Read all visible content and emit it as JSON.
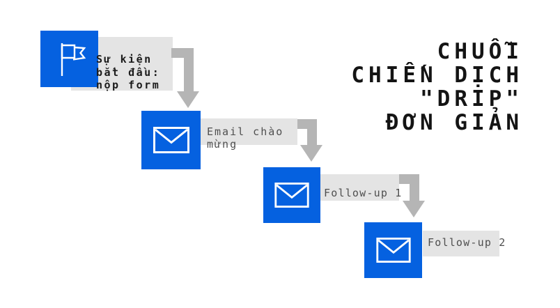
{
  "title": {
    "lines": [
      "CHUỖI",
      "CHIẾN DỊCH",
      "\"DRIP\"",
      "ĐƠN GIẢN"
    ],
    "text": "CHUỖI CHIẾN DỊCH \"DRIP\" ĐƠN GIẢN"
  },
  "colors": {
    "node_blue": "#0561e0",
    "label_box_gray": "#e4e4e4",
    "arrow_gray": "#b5b5b5",
    "label_text_gray": "#4f4f4f",
    "trigger_text_dark": "#1b1b1b",
    "title_text": "#141414",
    "icon_white": "#ffffff"
  },
  "steps": [
    {
      "icon": "flag-icon",
      "label": "Sự kiện bắt đầu: nộp form",
      "lines": [
        "Sự kiện",
        "bắt đầu:",
        "nộp form"
      ]
    },
    {
      "icon": "envelope-icon",
      "label": "Email chào mừng",
      "lines": [
        "Email chào",
        "mừng"
      ]
    },
    {
      "icon": "envelope-icon",
      "label": "Follow-up 1",
      "lines": [
        "Follow-up 1"
      ]
    },
    {
      "icon": "envelope-icon",
      "label": "Follow-up 2",
      "lines": [
        "Follow-up 2"
      ]
    }
  ]
}
